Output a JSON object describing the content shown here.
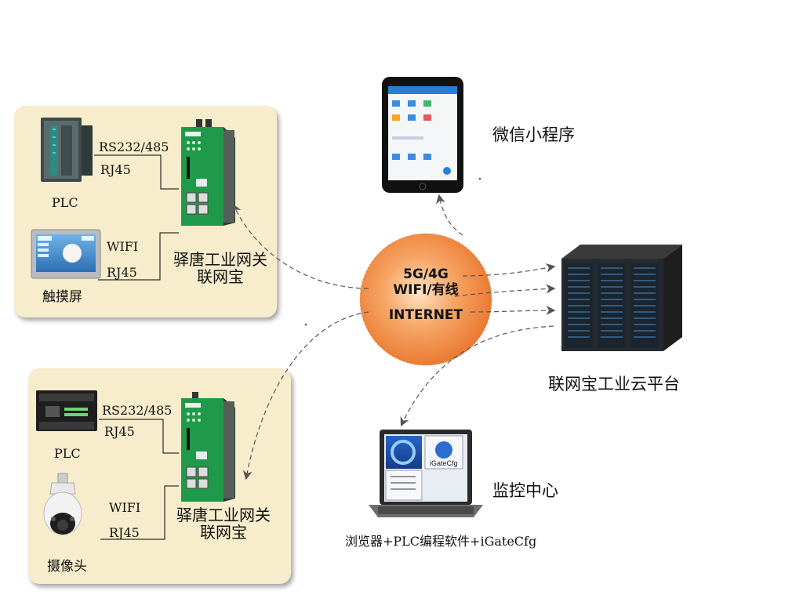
{
  "top_group": {
    "plc_label": "PLC",
    "serial_label": "RS232/485",
    "rj45_label_1": "RJ45",
    "wifi_label": "WIFI",
    "rj45_label_2": "RJ45",
    "touch_label": "触摸屏",
    "gateway_label_line1": "驿唐工业网关",
    "gateway_label_line2": "联网宝"
  },
  "bottom_group": {
    "serial_label": "RS232/485",
    "rj45_label_1": "RJ45",
    "plc_label": "PLC",
    "wifi_label": "WIFI",
    "rj45_label_2": "RJ45",
    "camera_label": "摄像头",
    "gateway_label_line1": "驿唐工业网关",
    "gateway_label_line2": "联网宝"
  },
  "globe": {
    "line1": "5G/4G",
    "line2": "WIFI/有线",
    "line3": "INTERNET"
  },
  "right_side": {
    "wechat_label": "微信小程序",
    "cloud_label": "联网宝工业云平台",
    "monitor_label": "监控中心",
    "monitor_software": "浏览器+PLC编程软件+iGateCfg",
    "laptop_icon_label": "iGateCfg"
  },
  "colors": {
    "panel_bg": "#f7eccb",
    "gateway_green": "#1f9a4a",
    "globe_orange": "#f08a3a"
  }
}
